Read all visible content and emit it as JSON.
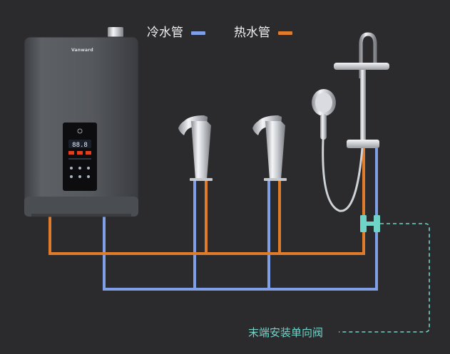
{
  "legend": {
    "cold": {
      "label": "冷水管",
      "color": "#7f9fe6"
    },
    "hot": {
      "label": "热水管",
      "color": "#e07b2c"
    }
  },
  "heater": {
    "brand": "Vanward",
    "body_color": "#55585c"
  },
  "valve": {
    "note": "末端安装单向阀",
    "color": "#6fd3c8"
  },
  "fixtures": [
    "faucet",
    "faucet",
    "shower"
  ]
}
